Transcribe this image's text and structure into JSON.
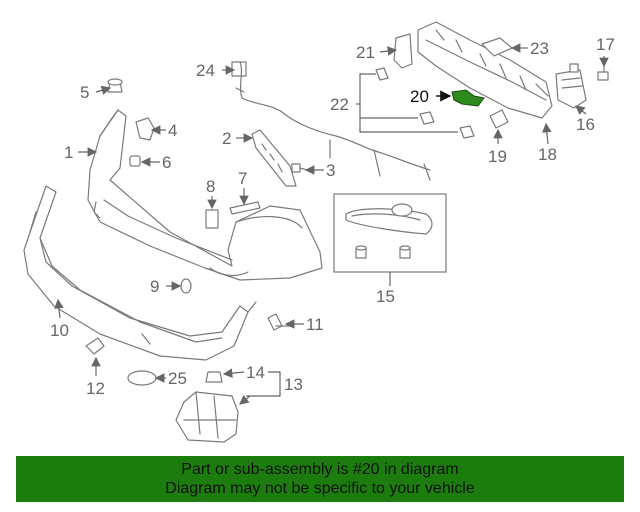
{
  "callouts": {
    "c1": "1",
    "c2": "2",
    "c3": "3",
    "c4": "4",
    "c5": "5",
    "c6": "6",
    "c7": "7",
    "c8": "8",
    "c9": "9",
    "c10": "10",
    "c11": "11",
    "c12": "12",
    "c13": "13",
    "c14": "14",
    "c15": "15",
    "c16": "16",
    "c17": "17",
    "c18": "18",
    "c19": "19",
    "c20": "20",
    "c21": "21",
    "c22": "22",
    "c23": "23",
    "c24": "24",
    "c25": "25"
  },
  "banner": {
    "line1": "Part or sub-assembly is #20 in diagram",
    "line2": "Diagram may not be specific to your vehicle"
  },
  "colors": {
    "banner_bg": "#1c7d0e",
    "highlight_part": "#2e8b1e",
    "line_art": "#7a7a7a"
  }
}
